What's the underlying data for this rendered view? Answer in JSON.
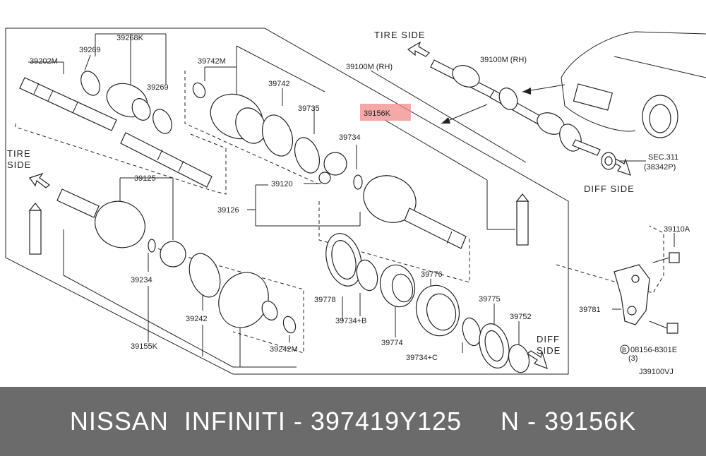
{
  "diagram": {
    "direction_labels": {
      "tire_side_top": "TIRE SIDE",
      "tire_side_left_line1": "TIRE",
      "tire_side_left_line2": "SIDE",
      "diff_side_right": "DIFF SIDE",
      "diff_side_bottom_line1": "DIFF",
      "diff_side_bottom_line2": "SIDE"
    },
    "part_labels": {
      "p39202M": "39202M",
      "p39269a": "39269",
      "p39268K": "39268K",
      "p39269b": "39269",
      "p39742M": "39742M",
      "p39742": "39742",
      "p39735": "39735",
      "p39100M_rh_a": "39100M (RH)",
      "p39100M_rh_b": "39100M (RH)",
      "p39156K": "39156K",
      "p39734": "39734",
      "p39120": "39120",
      "p39126": "39126",
      "p39125": "39125",
      "p39234": "39234",
      "p39155K": "39155K",
      "p39242": "39242",
      "p39242M": "39242M",
      "p39778": "39778",
      "p39734B": "39734+B",
      "p39774": "39774",
      "p39776": "39776",
      "p39734C": "39734+C",
      "p39775": "39775",
      "p39752": "39752",
      "sec311_line1": "SEC.311",
      "sec311_line2": "(38342P)",
      "p39110A": "39110A",
      "p39781": "39781",
      "bolt_line1": "08156-8301E",
      "bolt_line2": "(3)",
      "bolt_prefix": "B",
      "diagram_code": "J39100VJ"
    },
    "highlight_color": "#f28b8b"
  },
  "footer": {
    "text": "NISSAN  INFINITI - 397419Y125     N - 39156K",
    "background": "#6b6b6b"
  }
}
